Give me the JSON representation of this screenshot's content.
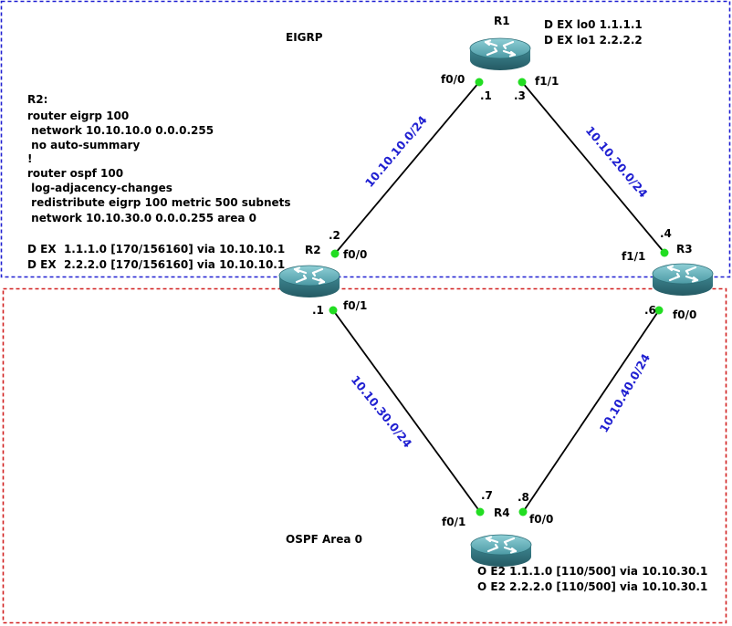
{
  "areas": {
    "eigrp_label": "EIGRP",
    "ospf_label": "OSPF Area 0",
    "eigrp_color": "#1f1fd1",
    "ospf_color": "#d11f1f"
  },
  "routers": {
    "r1": {
      "name": "R1",
      "notes": [
        "D EX lo0 1.1.1.1",
        "D EX lo1 2.2.2.2"
      ]
    },
    "r2": {
      "name": "R2"
    },
    "r3": {
      "name": "R3"
    },
    "r4": {
      "name": "R4",
      "notes": [
        "O E2 1.1.1.0 [110/500] via 10.10.30.1",
        "O E2 2.2.2.0 [110/500] via 10.10.30.1"
      ]
    }
  },
  "config": {
    "lines": [
      "R2:",
      "router eigrp 100",
      " network 10.10.10.0 0.0.0.255",
      " no auto-summary",
      "!",
      "router ospf 100",
      " log-adjacency-changes",
      " redistribute eigrp 100 metric 500 subnets",
      " network 10.10.30.0 0.0.0.255 area 0"
    ],
    "routes": [
      "D EX  1.1.1.0 [170/156160] via 10.10.10.1",
      "D EX  2.2.2.0 [170/156160] via 10.10.10.1"
    ]
  },
  "links": {
    "r1_r2": {
      "network": "10.10.10.0/24",
      "a_if": "f0/0",
      "a_ip": ".1",
      "b_if": "f0/0",
      "b_ip": ".2"
    },
    "r1_r3": {
      "network": "10.10.20.0/24",
      "a_if": "f1/1",
      "a_ip": ".3",
      "b_if": "f1/1",
      "b_ip": ".4"
    },
    "r2_r4": {
      "network": "10.10.30.0/24",
      "a_if": "f0/1",
      "a_ip": ".1",
      "b_if": "f0/1",
      "b_ip": ".7"
    },
    "r3_r4": {
      "network": "10.10.40.0/24",
      "a_if": "f0/0",
      "a_ip": ".6",
      "b_if": "f0/0",
      "b_ip": ".8"
    }
  },
  "colors": {
    "link_up": "#22dd22",
    "network_text": "#1f1fd1",
    "router_body": "#3f8f9a"
  }
}
